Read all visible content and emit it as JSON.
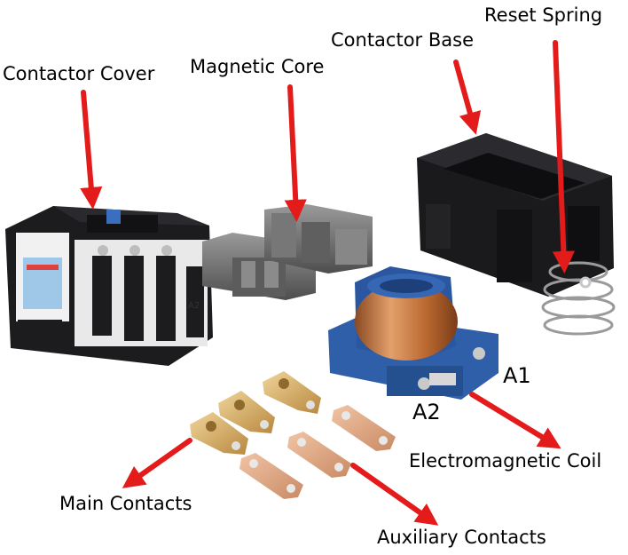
{
  "labels": {
    "contactor_cover": "Contactor Cover",
    "magnetic_core": "Magnetic Core",
    "contactor_base": "Contactor Base",
    "reset_spring": "Reset Spring",
    "electromagnetic_coil": "Electromagnetic Coil",
    "main_contacts": "Main Contacts",
    "auxiliary_contacts": "Auxiliary Contacts",
    "terminal_a1": "A1",
    "terminal_a2": "A2"
  },
  "device_markings": {
    "cover_terminal": "A2"
  },
  "colors": {
    "background": "#ffffff",
    "arrow": "#e31b1b",
    "label_text": "#000000",
    "contactor_body": "#1c1c1e",
    "cover_face": "#e9e9e9",
    "core_metal": "#6f6f6f",
    "coil_bobbin": "#2f5fa8",
    "copper_winding": "#c8773e",
    "brass_contact": "#d6b06a",
    "silver_contact": "#cfcfcf"
  }
}
